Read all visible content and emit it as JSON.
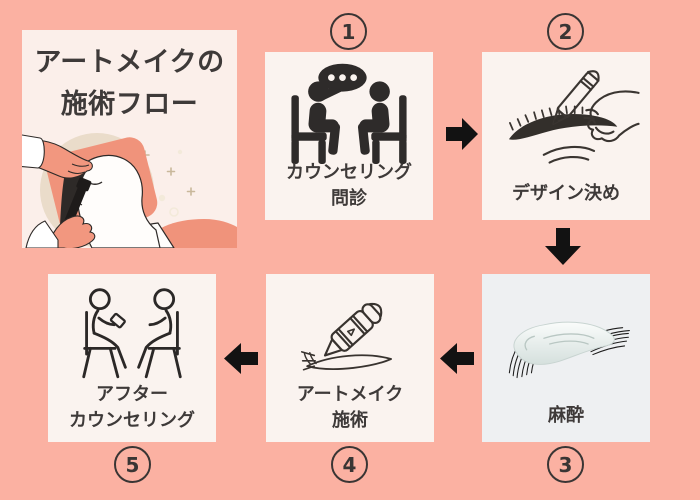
{
  "title_card": {
    "line1": "アートメイクの",
    "line2": "施術フロー",
    "illustration": "face-tattoo-procedure-illustration"
  },
  "steps": [
    {
      "number": "1",
      "label_lines": [
        "カウンセリング",
        "問診"
      ],
      "icon": "counseling-icon"
    },
    {
      "number": "2",
      "label_lines": [
        "デザイン決め"
      ],
      "icon": "eyebrow-design-icon"
    },
    {
      "number": "3",
      "label_lines": [
        "麻酔"
      ],
      "icon": "anesthesia-cream-icon"
    },
    {
      "number": "4",
      "label_lines": [
        "アートメイク",
        "施術"
      ],
      "icon": "tattoo-pen-icon"
    },
    {
      "number": "5",
      "label_lines": [
        "アフター",
        "カウンセリング"
      ],
      "icon": "after-counseling-icon"
    }
  ],
  "flow_arrows": [
    "right",
    "down",
    "left",
    "left"
  ],
  "colors": {
    "background": "#FBB1A2",
    "card_bg": "#FAF3EF",
    "title_card_bg": "#FBEFEA",
    "anesthesia_card_bg": "#EEF0F2",
    "text": "#3E3A39",
    "arrow": "#121212",
    "icon_dark": "#2E2B2A",
    "skin_salmon": "#F0937B",
    "beige_circle": "#EADCCA"
  }
}
